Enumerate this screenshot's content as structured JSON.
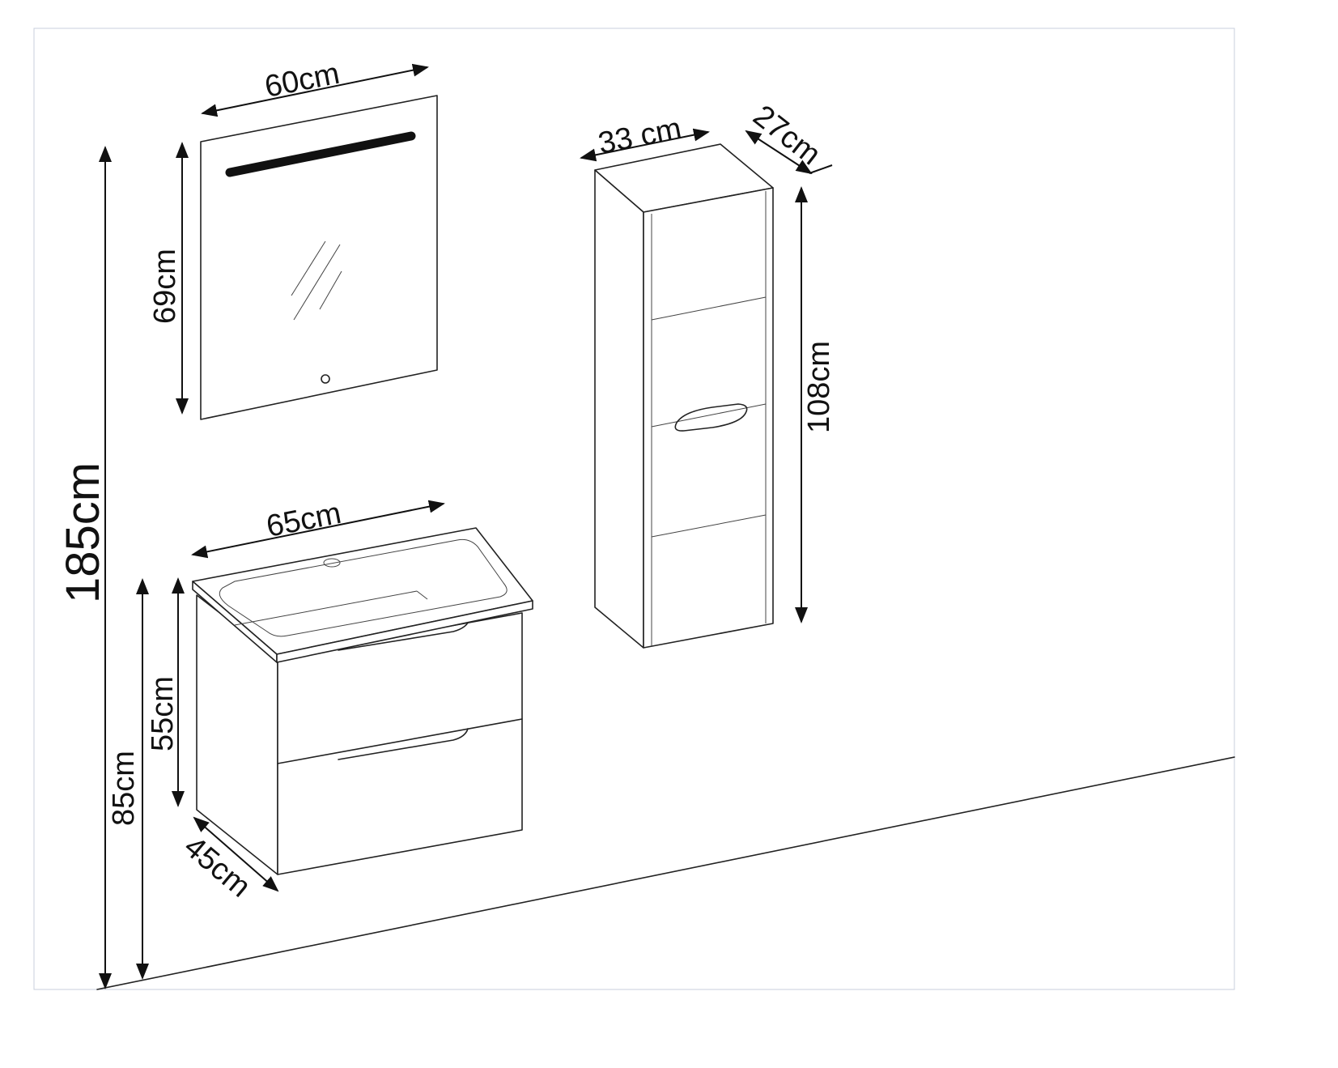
{
  "dimensions": {
    "mirror_width": "60cm",
    "mirror_height": "69cm",
    "tall_cabinet_width": "33 cm",
    "tall_cabinet_depth": "27cm",
    "tall_cabinet_height": "108cm",
    "overall_height": "185cm",
    "vanity_width": "65cm",
    "vanity_height": "55cm",
    "vanity_mount_height": "85cm",
    "vanity_depth": "45cm"
  },
  "colors": {
    "line": "#222222",
    "frame": "#c8cfdc"
  }
}
